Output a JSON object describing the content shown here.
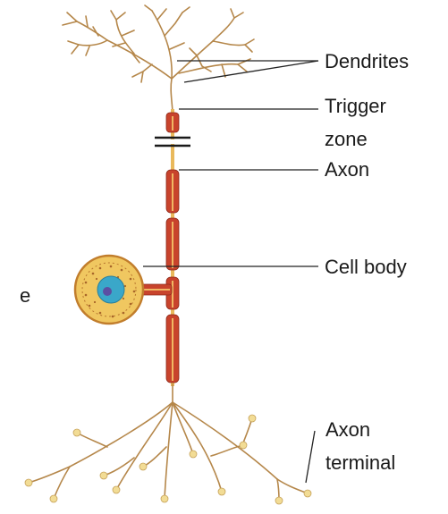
{
  "labels": {
    "dendrites": "Dendrites",
    "trigger_zone_line1": "Trigger",
    "trigger_zone_line2": "zone",
    "axon": "Axon",
    "cell_body": "Cell body",
    "axon_terminal_line1": "Axon",
    "axon_terminal_line2": "terminal",
    "partial_left": "e"
  },
  "colors": {
    "branch": "#b5874a",
    "myelin": "#c8432c",
    "axon_core": "#e9b95c",
    "cell_fill": "#f0c760",
    "nucleus": "#3aa7c9",
    "bouton": "#f2dc95",
    "leader": "#222222"
  }
}
